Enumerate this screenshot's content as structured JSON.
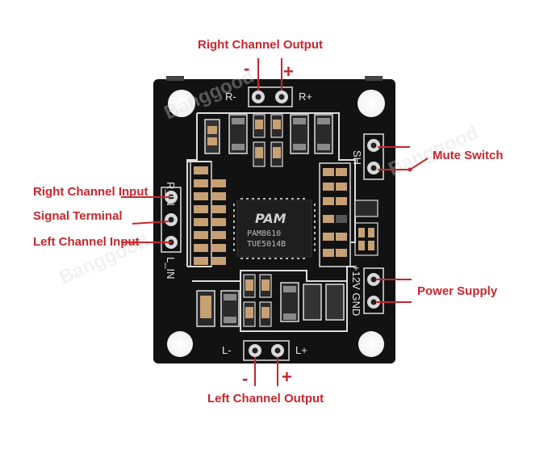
{
  "labels": {
    "right_output": "Right Channel Output",
    "left_output": "Left Channel Output",
    "mute_switch": "Mute Switch",
    "right_input": "Right Channel Input",
    "signal_terminal": "Signal Terminal",
    "left_input": "Left Channel Input",
    "power_supply": "Power Supply"
  },
  "signs": {
    "top_minus": "-",
    "top_plus": "+",
    "bottom_minus": "-",
    "bottom_plus": "+"
  },
  "silkscreen": {
    "r_minus": "R-",
    "r_plus": "R+",
    "l_minus": "L-",
    "l_plus": "L+",
    "r_in": "R_IN",
    "l_in": "L_IN",
    "sh": "SH",
    "power": "+12V GND"
  },
  "chip": {
    "logo": "PAM",
    "model": "PAM8610",
    "code": "TUE5014B"
  },
  "watermark": "Banggood",
  "colors": {
    "label": "#c8262c",
    "board": "#111111",
    "trace": "#e0e0e0"
  }
}
